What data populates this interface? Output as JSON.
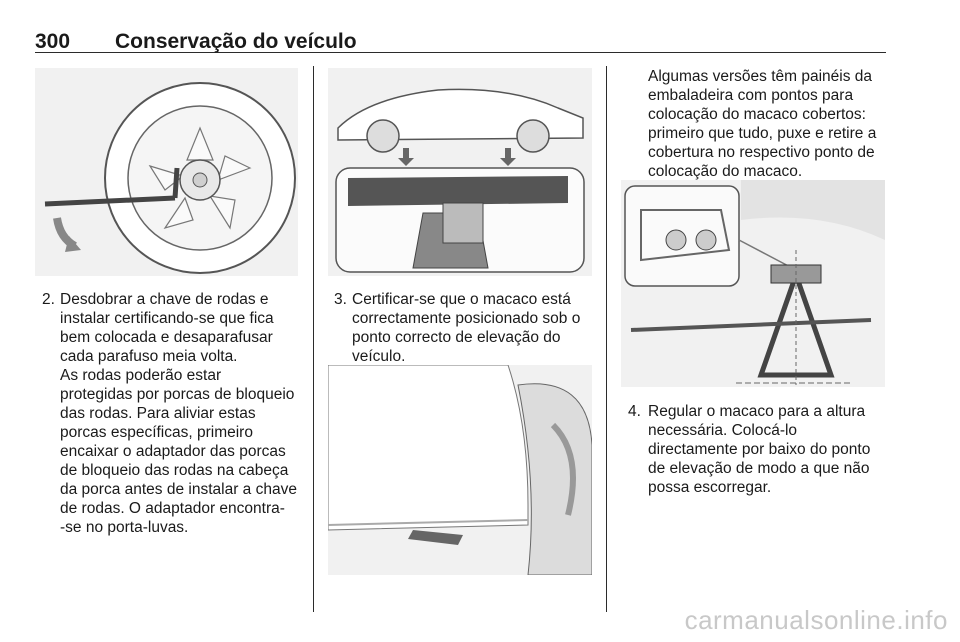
{
  "header": {
    "page_number": "300",
    "title": "Conservação do veículo"
  },
  "column1": {
    "step_number": "2.",
    "step_lines": [
      "Desdobrar a chave de rodas e",
      "instalar certificando-se que fica",
      "bem colocada e desaparafusar",
      "cada parafuso meia volta."
    ],
    "note_lines": [
      "As rodas poderão estar",
      "protegidas por porcas de bloqueio",
      "das rodas. Para aliviar estas",
      "porcas específicas, primeiro",
      "encaixar o adaptador das porcas",
      "de bloqueio das rodas na cabeça",
      "da porca antes de instalar a chave",
      "de rodas. O adaptador encontra-",
      "-se no porta-luvas."
    ]
  },
  "column2": {
    "step_number": "3.",
    "step_lines": [
      "Certificar-se que o macaco está",
      "correctamente posicionado sob o",
      "ponto correcto de elevação do",
      "veículo."
    ]
  },
  "column3": {
    "intro_lines": [
      "Algumas versões têm painéis da",
      "embaladeira com pontos para",
      "colocação do macaco cobertos:",
      "primeiro que tudo, puxe e retire a",
      "cobertura no respectivo ponto de",
      "colocação do macaco."
    ],
    "step_number": "4.",
    "step_lines": [
      "Regular o macaco para a altura",
      "necessária. Colocá-lo",
      "directamente por baixo do ponto",
      "de elevação de modo a que não",
      "possa escorregar."
    ]
  },
  "watermark": "carmanualsonline.info"
}
